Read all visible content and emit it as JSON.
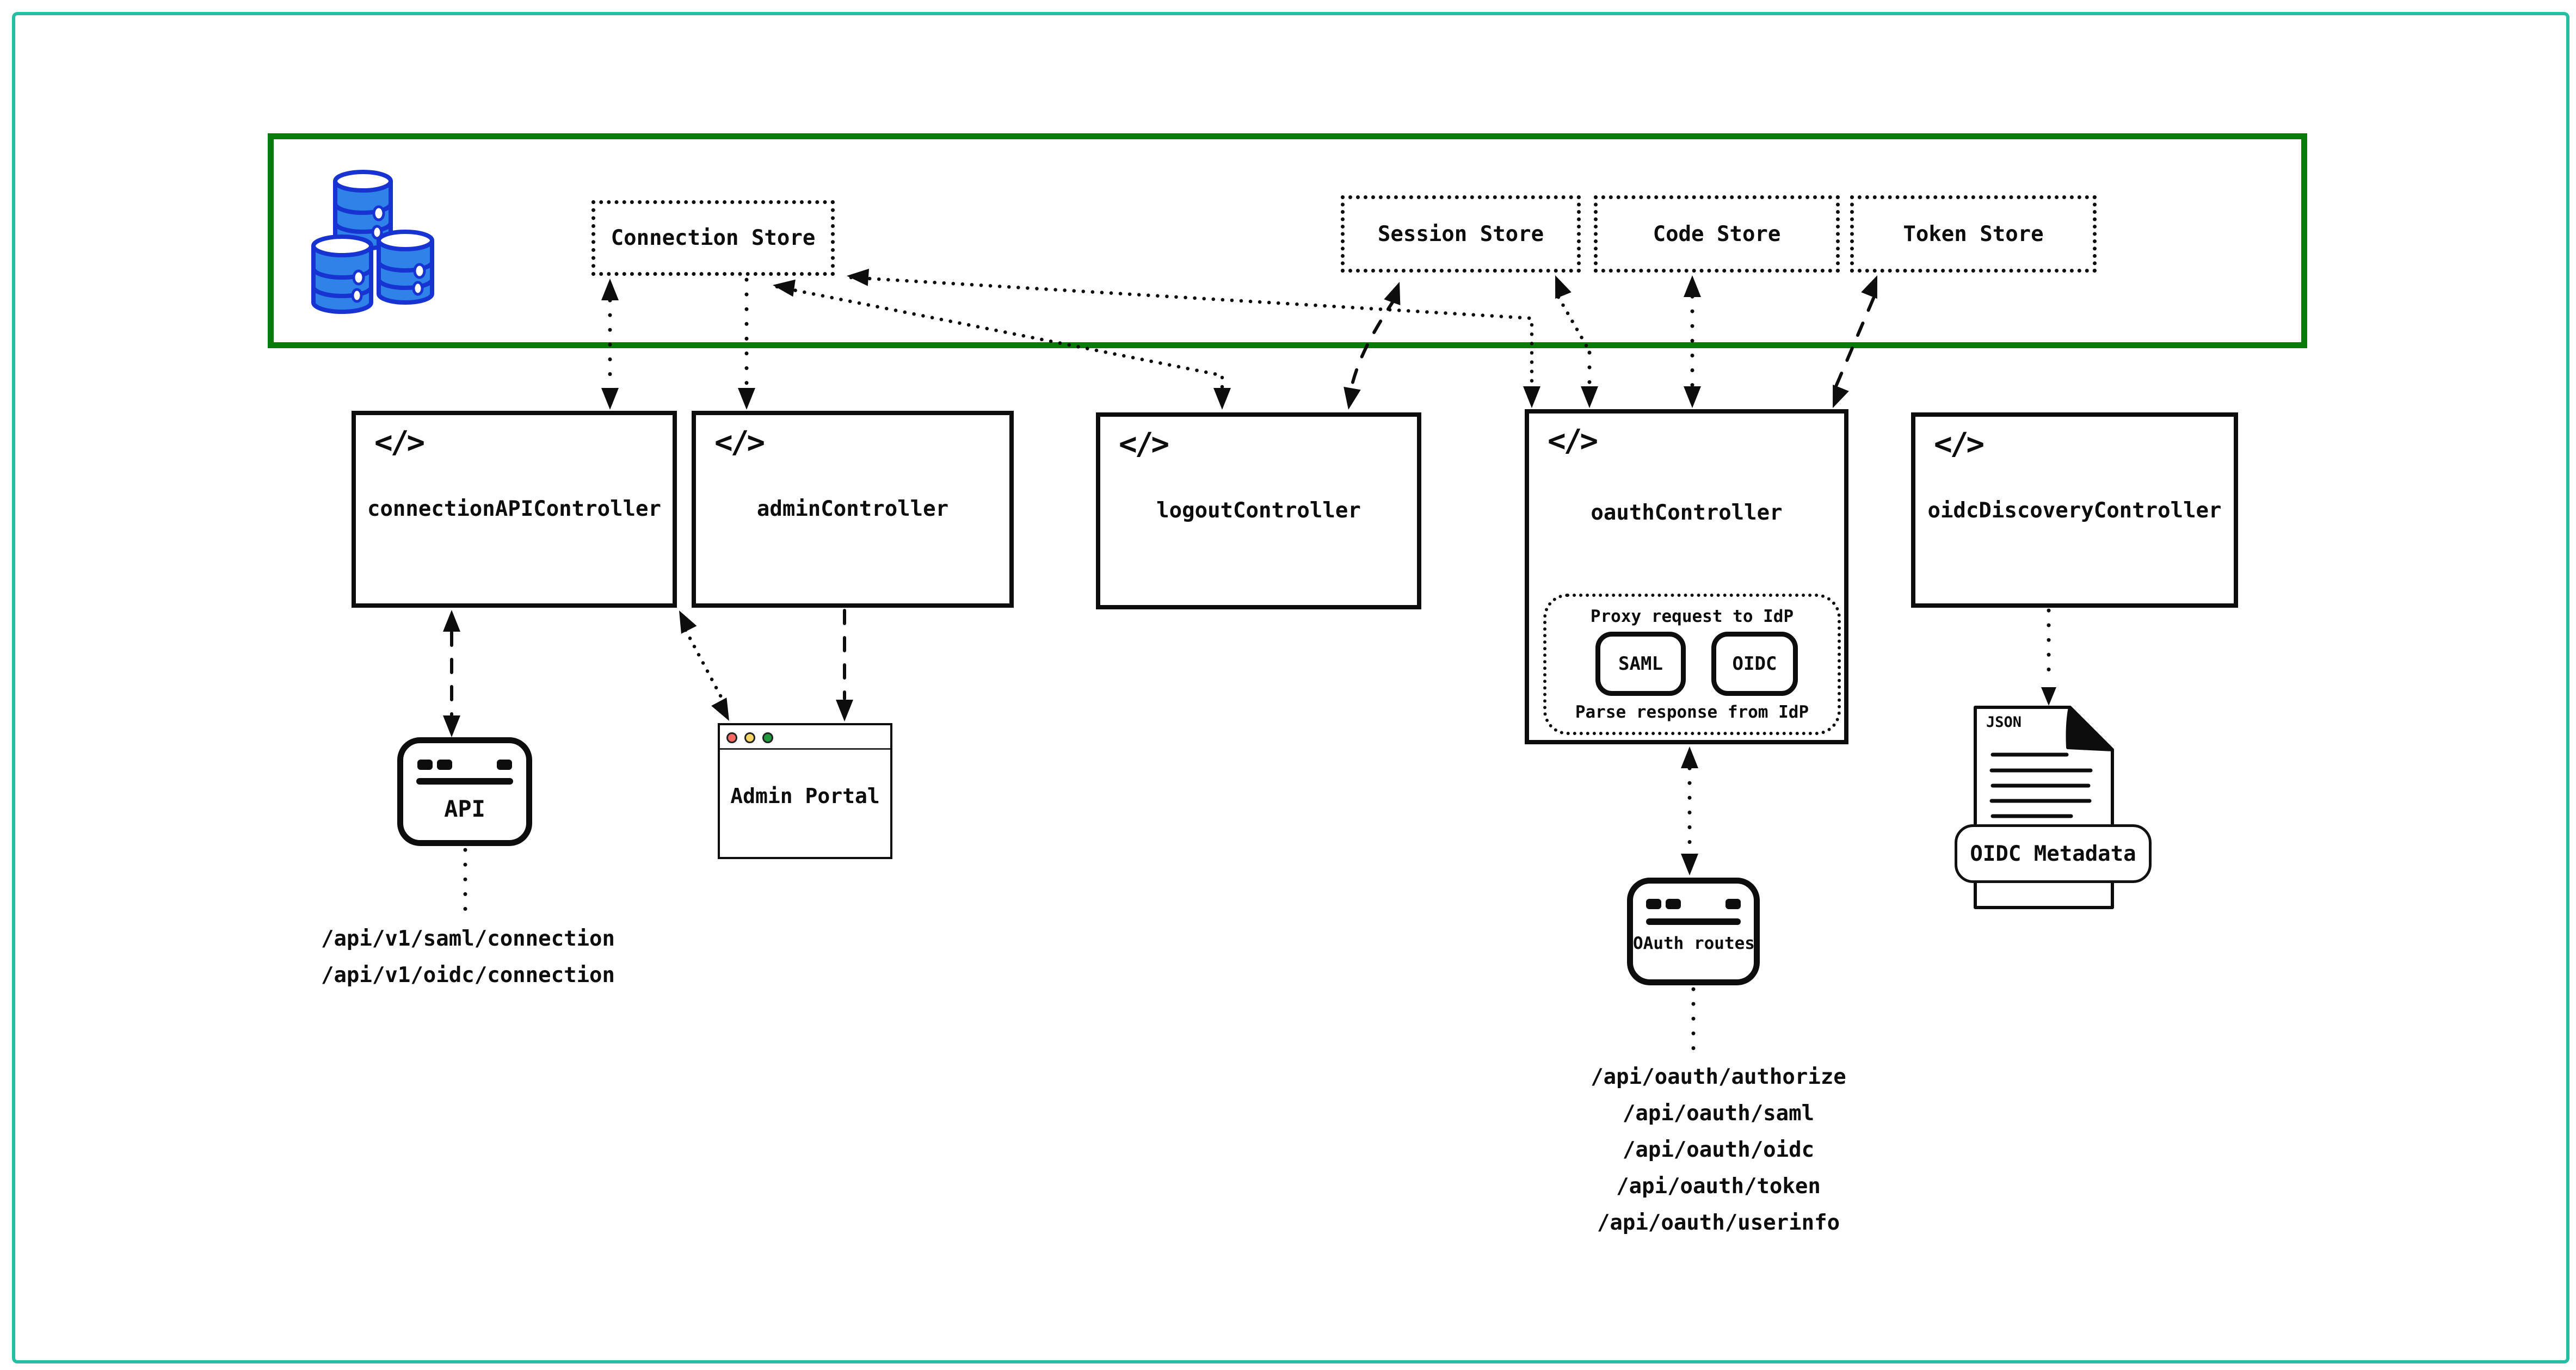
{
  "page": {
    "background": "#ffffff",
    "frame_color": "#26BFA4",
    "data_layer_border_color": "#0A7A0A"
  },
  "icons": {
    "code_glyph": "</>",
    "database_icon": "database-cylinders",
    "traffic_lights_icon": "mac-window-traffic-lights",
    "json_document_icon": "json-file-folded-corner"
  },
  "stores": [
    {
      "label": "Connection Store"
    },
    {
      "label": "Session Store"
    },
    {
      "label": "Code Store"
    },
    {
      "label": "Token Store"
    }
  ],
  "controllers": [
    {
      "label": "connectionAPIController"
    },
    {
      "label": "adminController"
    },
    {
      "label": "logoutController"
    },
    {
      "label": "oauthController"
    },
    {
      "label": "oidcDiscoveryController"
    }
  ],
  "oauth_internal": {
    "top_label": "Proxy request to IdP",
    "bottom_label": "Parse response from IdP",
    "chips": [
      "SAML",
      "OIDC"
    ]
  },
  "clients": {
    "api_label": "API",
    "admin_portal_label": "Admin Portal",
    "oauth_routes_label": "OAuth routes"
  },
  "document": {
    "file_type_label": "JSON",
    "banner_label": "OIDC Metadata"
  },
  "api_route_list": [
    "/api/v1/saml/connection",
    "/api/v1/oidc/connection"
  ],
  "oauth_route_list": [
    "/api/oauth/authorize",
    "/api/oauth/saml",
    "/api/oauth/oidc",
    "/api/oauth/token",
    "/api/oauth/userinfo"
  ],
  "colors": {
    "database_fill": "#2E82E8",
    "database_stroke": "#1733D1",
    "traffic_red": "#F76A63",
    "traffic_yellow": "#F8D664",
    "traffic_green": "#1F9A3D"
  }
}
